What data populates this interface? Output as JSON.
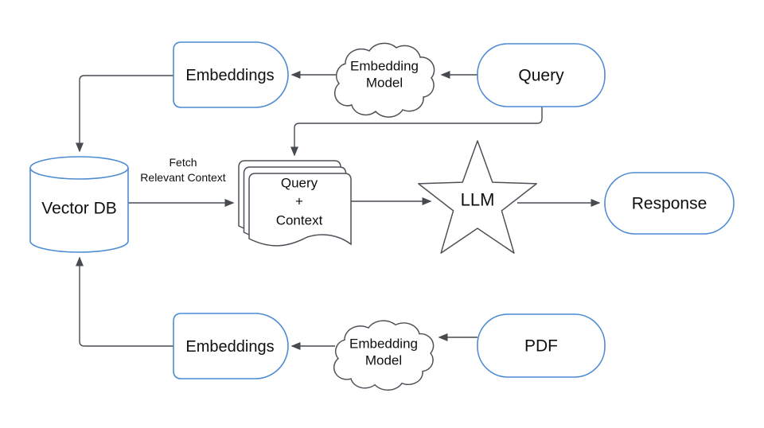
{
  "diagram": {
    "type": "flowchart",
    "description_topic": "RAG pipeline: query and PDF embedded into Vector DB, context fetched for LLM",
    "colors": {
      "node_border_blue": "#4d8bd3",
      "shape_border_gray": "#4d5157",
      "arrow": "#474b51",
      "text": "#0e0f10",
      "background": "#ffffff"
    },
    "nodes": {
      "query": {
        "label": "Query",
        "shape": "rounded-rectangle"
      },
      "embedding_model_top": {
        "line1": "Embedding",
        "line2": "Model",
        "shape": "cloud"
      },
      "embeddings_top": {
        "label": "Embeddings",
        "shape": "delay"
      },
      "vector_db": {
        "label": "Vector DB",
        "shape": "cylinder"
      },
      "query_context": {
        "line1": "Query",
        "line2": "+",
        "line3": "Context",
        "shape": "stacked-documents"
      },
      "llm": {
        "label": "LLM",
        "shape": "star"
      },
      "response": {
        "label": "Response",
        "shape": "rounded-rectangle"
      },
      "pdf": {
        "label": "PDF",
        "shape": "rounded-rectangle"
      },
      "embedding_model_bottom": {
        "line1": "Embedding",
        "line2": "Model",
        "shape": "cloud"
      },
      "embeddings_bottom": {
        "label": "Embeddings",
        "shape": "delay"
      }
    },
    "edge_labels": {
      "fetch_relevant_context": {
        "line1": "Fetch",
        "line2": "Relevant Context"
      }
    },
    "edges": [
      {
        "from": "query",
        "to": "embedding_model_top"
      },
      {
        "from": "embedding_model_top",
        "to": "embeddings_top"
      },
      {
        "from": "embeddings_top",
        "to": "vector_db"
      },
      {
        "from": "query",
        "to": "query_context"
      },
      {
        "from": "vector_db",
        "to": "query_context",
        "label": "Fetch Relevant Context"
      },
      {
        "from": "query_context",
        "to": "llm"
      },
      {
        "from": "llm",
        "to": "response"
      },
      {
        "from": "pdf",
        "to": "embedding_model_bottom"
      },
      {
        "from": "embedding_model_bottom",
        "to": "embeddings_bottom"
      },
      {
        "from": "embeddings_bottom",
        "to": "vector_db"
      }
    ]
  }
}
